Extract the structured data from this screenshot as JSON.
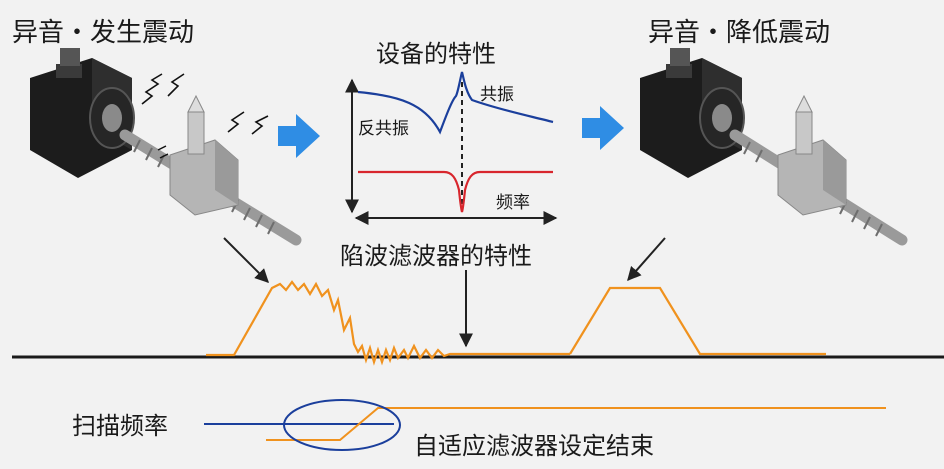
{
  "labels": {
    "left_title": "异音・发生震动",
    "center_title": "设备的特性",
    "right_title": "异音・降低震动",
    "antiresonance": "反共振",
    "resonance": "共振",
    "frequency": "频率",
    "notch_caption": "陷波滤波器的特性",
    "sweep_frequency": "扫描频率",
    "adaptive_done": "自适应滤波器设定结束"
  },
  "colors": {
    "background": "#f2f2f2",
    "text": "#1a1a1a",
    "axis": "#222222",
    "response_blue": "#1b3f9c",
    "notch_red": "#d8262d",
    "waveform_orange": "#f0921e",
    "arrow_blue": "#2f8de4",
    "motor_body": "#1c1c1c",
    "metal": "#b8b8b8"
  }
}
